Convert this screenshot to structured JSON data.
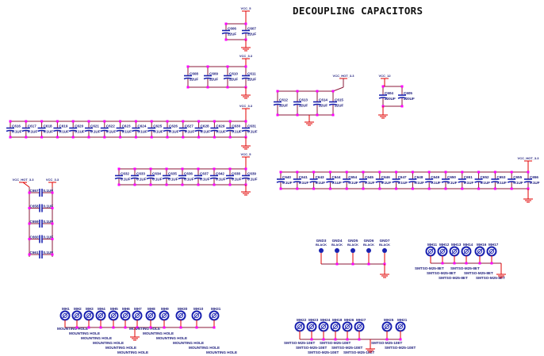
{
  "title": "DECOUPLING CAPACITORS",
  "colors": {
    "wire": "#e00000",
    "frame": "#8b1a3a",
    "junction": "#ff00ff",
    "component": "#1a22b0",
    "text": "#1a1a7a"
  },
  "vgroups": [
    {
      "net": "VCC_5",
      "caps": [
        {
          "ref": "C606",
          "value": "22UF"
        },
        {
          "ref": "C607",
          "value": "22UF"
        }
      ]
    },
    {
      "net": "VCC_3.3",
      "caps": [
        {
          "ref": "C608",
          "value": "22UF"
        },
        {
          "ref": "C609",
          "value": "22UF"
        },
        {
          "ref": "C610",
          "value": "22UF"
        },
        {
          "ref": "C611",
          "value": "22UF"
        }
      ]
    },
    {
      "net": "VCC_HOT_3.3",
      "caps": [
        {
          "ref": "C612",
          "value": "22UF"
        },
        {
          "ref": "C613",
          "value": "22UF"
        },
        {
          "ref": "C614",
          "value": "22UF"
        },
        {
          "ref": "C615",
          "value": "22UF"
        }
      ]
    },
    {
      "net": "VCC_12",
      "caps": [
        {
          "ref": "C604",
          "value": "220UF"
        },
        {
          "ref": "C605",
          "value": "220UF"
        }
      ]
    }
  ],
  "chains": [
    {
      "net": "VCC_3.3",
      "caps": [
        {
          "ref": "C616",
          "value": "0.1UF"
        },
        {
          "ref": "C617",
          "value": "0.1UF"
        },
        {
          "ref": "C618",
          "value": "0.1UF"
        },
        {
          "ref": "C619",
          "value": "0.1UF"
        },
        {
          "ref": "C620",
          "value": "0.1UF"
        },
        {
          "ref": "C621",
          "value": "0.1UF"
        },
        {
          "ref": "C622",
          "value": "0.1UF"
        },
        {
          "ref": "C623",
          "value": "0.1UF"
        },
        {
          "ref": "C624",
          "value": "0.1UF"
        },
        {
          "ref": "C625",
          "value": "0.1UF"
        },
        {
          "ref": "C626",
          "value": "0.1UF"
        },
        {
          "ref": "C627",
          "value": "0.1UF"
        },
        {
          "ref": "C628",
          "value": "0.1UF"
        },
        {
          "ref": "C629",
          "value": "0.1UF"
        },
        {
          "ref": "C630",
          "value": "0.1UF"
        },
        {
          "ref": "C631",
          "value": "0.1UF"
        }
      ]
    },
    {
      "net": "VCC_5",
      "caps": [
        {
          "ref": "C632",
          "value": "0.1UF"
        },
        {
          "ref": "C633",
          "value": "0.1UF"
        },
        {
          "ref": "C634",
          "value": "0.1UF"
        },
        {
          "ref": "C635",
          "value": "0.1UF"
        },
        {
          "ref": "C636",
          "value": "0.1UF"
        },
        {
          "ref": "C637",
          "value": "0.1UF"
        },
        {
          "ref": "C642",
          "value": "0.1UF"
        },
        {
          "ref": "C638",
          "value": "0.1UF"
        },
        {
          "ref": "C639",
          "value": "0.1UF"
        }
      ]
    },
    {
      "net": "VCC_HOT_3.3",
      "caps": [
        {
          "ref": "C640",
          "value": "0.1UF"
        },
        {
          "ref": "C641",
          "value": "0.1UF"
        },
        {
          "ref": "C643",
          "value": "0.1UF"
        },
        {
          "ref": "C644",
          "value": "0.1UF"
        },
        {
          "ref": "C654",
          "value": "0.1UF"
        },
        {
          "ref": "C645",
          "value": "0.1UF"
        },
        {
          "ref": "C646",
          "value": "0.1UF"
        },
        {
          "ref": "C647",
          "value": "0.1UF"
        },
        {
          "ref": "C648",
          "value": "0.1UF"
        },
        {
          "ref": "C649",
          "value": "0.1UF"
        },
        {
          "ref": "C650",
          "value": "0.1UF"
        },
        {
          "ref": "C651",
          "value": "0.1UF"
        },
        {
          "ref": "C652",
          "value": "0.1UF"
        },
        {
          "ref": "C653",
          "value": "0.1UF"
        },
        {
          "ref": "C655",
          "value": "0.1UF"
        },
        {
          "ref": "C656",
          "value": "0.1UF"
        }
      ]
    }
  ],
  "ladder": {
    "nets": [
      "VCC_HOT_3.3",
      "VCC_3.3"
    ],
    "caps": [
      {
        "ref": "C657",
        "value": "0.1UF"
      },
      {
        "ref": "C658",
        "value": "0.1UF"
      },
      {
        "ref": "C659",
        "value": "0.1UF"
      },
      {
        "ref": "C660",
        "value": "0.1UF"
      },
      {
        "ref": "C661",
        "value": "0.1UF"
      }
    ]
  },
  "gnd_pads": [
    {
      "ref": "GND3",
      "color": "BLACK"
    },
    {
      "ref": "GND4",
      "color": "BLACK"
    },
    {
      "ref": "GND5",
      "color": "BLACK"
    },
    {
      "ref": "GND6",
      "color": "BLACK"
    },
    {
      "ref": "GND7",
      "color": "BLACK"
    }
  ],
  "mh_groups": [
    {
      "holes": [
        {
          "ref": "MH11",
          "part": "SMTSO-M25-8ET"
        },
        {
          "ref": "MH12",
          "part": "SMTSO-M25-8ET"
        },
        {
          "ref": "MH13",
          "part": "SMTSO-M25-8ET"
        },
        {
          "ref": "MH14",
          "part": "SMTSO-M25-8ET"
        },
        {
          "ref": "MH16",
          "part": "SMTSO-M25-8ET"
        },
        {
          "ref": "MH17",
          "part": "SMTSO-M25-8ET"
        }
      ]
    },
    {
      "holes": [
        {
          "ref": "MH1",
          "part": "MOUNTING HOLE"
        },
        {
          "ref": "MH2",
          "part": "MOUNTING HOLE"
        },
        {
          "ref": "MH3",
          "part": "MOUNTING HOLE"
        },
        {
          "ref": "MH4",
          "part": "MOUNTING HOLE"
        },
        {
          "ref": "MH5",
          "part": "MOUNTING HOLE"
        },
        {
          "ref": "MH6",
          "part": "MOUNTING HOLE"
        },
        {
          "ref": "MH7",
          "part": "MOUNTING HOLE"
        },
        {
          "ref": "MH8",
          "part": "MOUNTING HOLE"
        },
        {
          "ref": "MH9",
          "part": "MOUNTING HOLE"
        },
        {
          "ref": "MH30",
          "part": "MOUNTING HOLE"
        },
        {
          "ref": "MH10",
          "part": "MOUNTING HOLE"
        },
        {
          "ref": "MH31",
          "part": "MOUNTING HOLE"
        }
      ]
    },
    {
      "holes": [
        {
          "ref": "MH22",
          "part": "SMTSO-M25-10ET"
        },
        {
          "ref": "MH23",
          "part": "SMTSO-M25-10ET"
        },
        {
          "ref": "MH24",
          "part": "SMTSO-M25-10ET"
        },
        {
          "ref": "MH18",
          "part": "SMTSO-M25-10ET"
        },
        {
          "ref": "MH26",
          "part": "SMTSO-M25-10ET"
        },
        {
          "ref": "MH27",
          "part": "SMTSO-M25-10ET"
        },
        {
          "ref": "MH25",
          "part": "SMTSO-M25-10ET"
        },
        {
          "ref": "MH21",
          "part": "SMTSO-M25-10ET"
        }
      ]
    }
  ]
}
